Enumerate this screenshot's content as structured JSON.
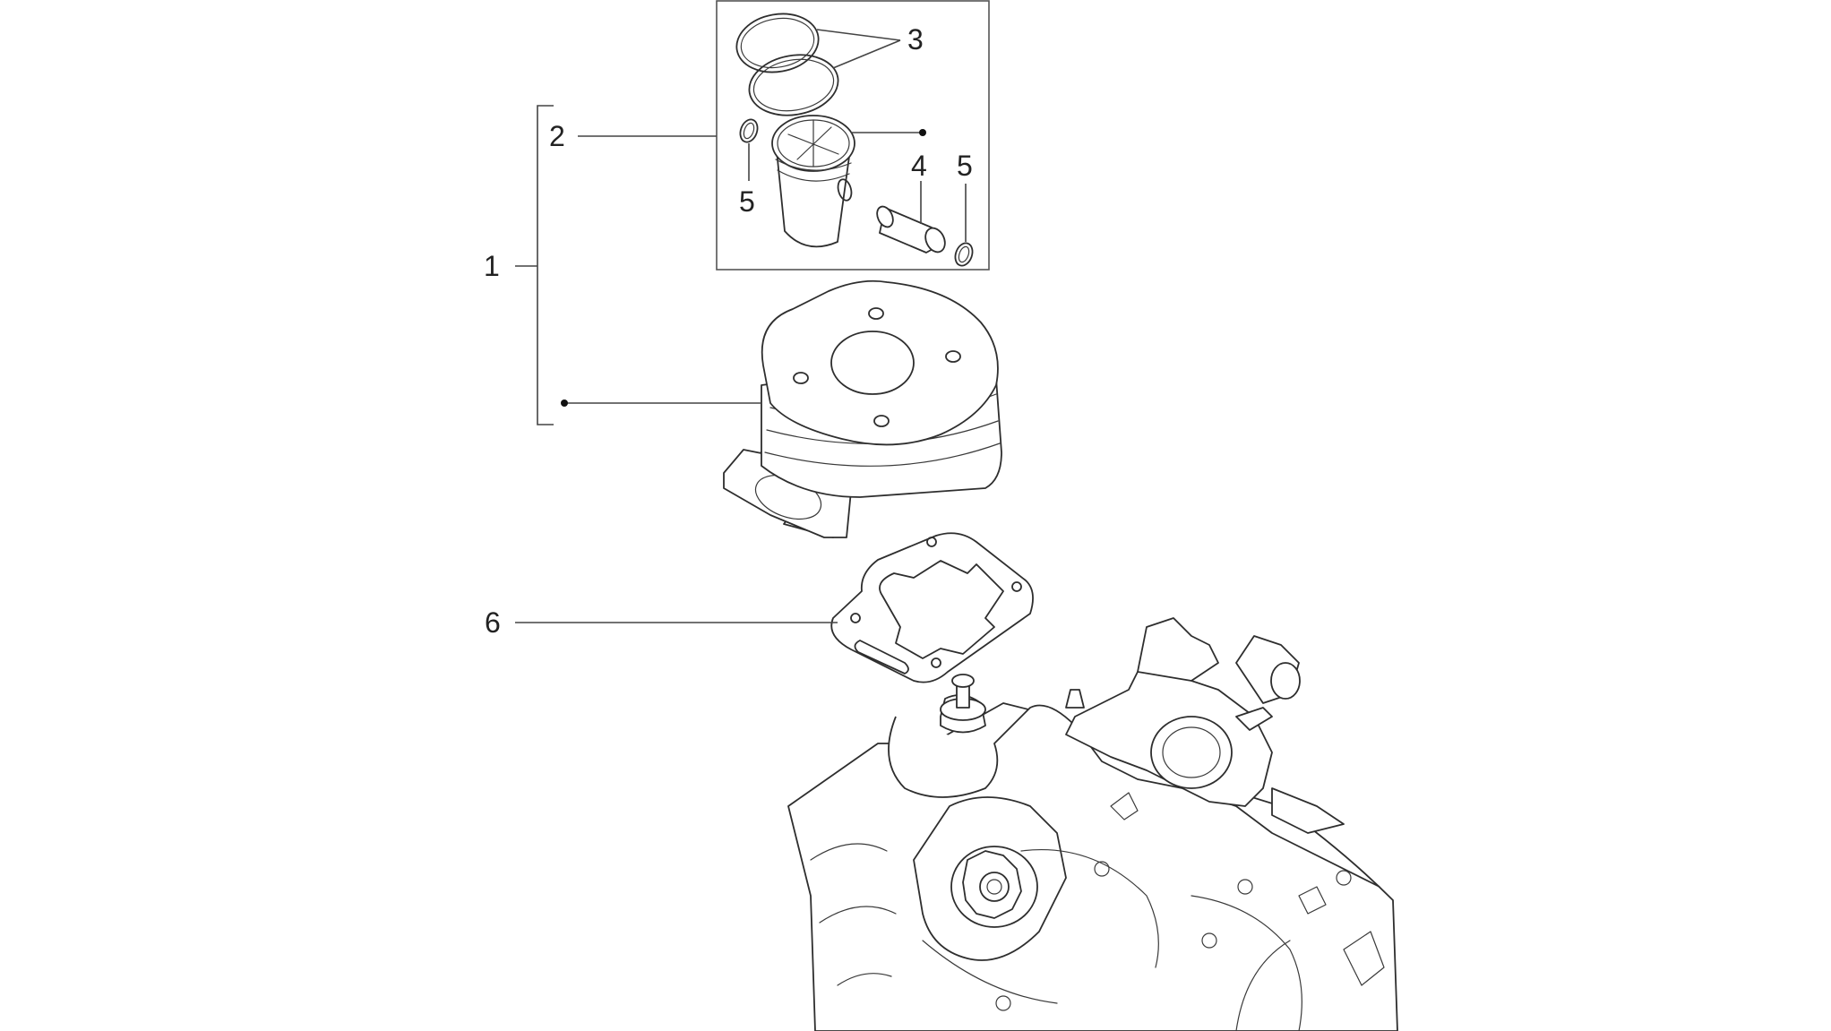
{
  "callouts": {
    "c1": "1",
    "c2": "2",
    "c3": "3",
    "c4": "4",
    "c5a": "5",
    "c5b": "5",
    "c6": "6"
  },
  "colors": {
    "line": "#2e2e2e",
    "background": "#ffffff"
  }
}
